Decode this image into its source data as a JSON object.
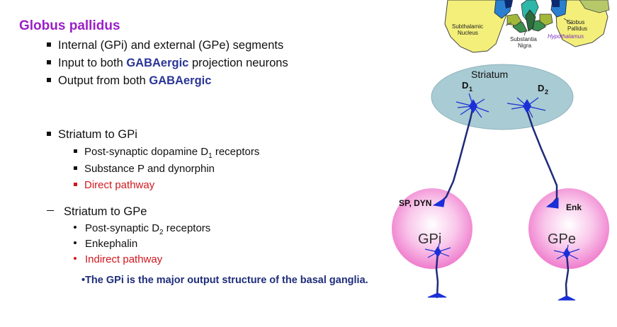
{
  "title": "Globus pallidus",
  "bullets_top": [
    {
      "pre": "Internal (GPi) and external (GPe) segments",
      "hl": "",
      "post": ""
    },
    {
      "pre": "Input to both ",
      "hl": "GABAergic",
      "post": " projection neurons"
    },
    {
      "pre": "Output from both ",
      "hl": "GABAergic",
      "post": ""
    }
  ],
  "gpi_section": {
    "heading": "Striatum to GPi",
    "items": [
      {
        "pre": "Post-synaptic dopamine D",
        "sub": "1",
        "post": " receptors"
      },
      {
        "pre": "Substance P and dynorphin",
        "sub": "",
        "post": ""
      },
      {
        "pre": "Direct pathway",
        "sub": "",
        "post": ""
      }
    ]
  },
  "gpe_section": {
    "heading": "Striatum to GPe",
    "items": [
      {
        "pre": "Post-synaptic D",
        "sub": "2",
        "post": " receptors"
      },
      {
        "pre": "Enkephalin",
        "sub": "",
        "post": ""
      },
      {
        "pre": "Indirect pathway",
        "sub": "",
        "post": ""
      }
    ]
  },
  "conclusion": "•The GPi is the major output structure of the basal ganglia.",
  "diagram": {
    "striatum_label": "Striatum",
    "d1_label": "D",
    "d1_sub": "1",
    "d2_label": "D",
    "d2_sub": "2",
    "gpi_label": "GPi",
    "gpe_label": "GPe",
    "sp_dyn_label": "SP, DYN",
    "enk_label": "Enk",
    "brain_labels": {
      "subthalamic": "Subthalamic",
      "nucleus": "Nucleus",
      "substantia": "Substantia",
      "nigra": "Nigra",
      "globus": "Globus",
      "pallidus": "Pallidus",
      "hypothalamus": "Hypothalamus"
    }
  },
  "colors": {
    "title": "#9b1fc8",
    "highlight": "#2a3596",
    "pathway": "#d0181e",
    "conclusion": "#1f2d7a",
    "striatum": "#a9cbd3",
    "nucleus_pink": "#f07fd0",
    "neuron": "#1a2fd6",
    "axon": "#1f2a7a",
    "brain_yellow": "#f3ef7a"
  }
}
